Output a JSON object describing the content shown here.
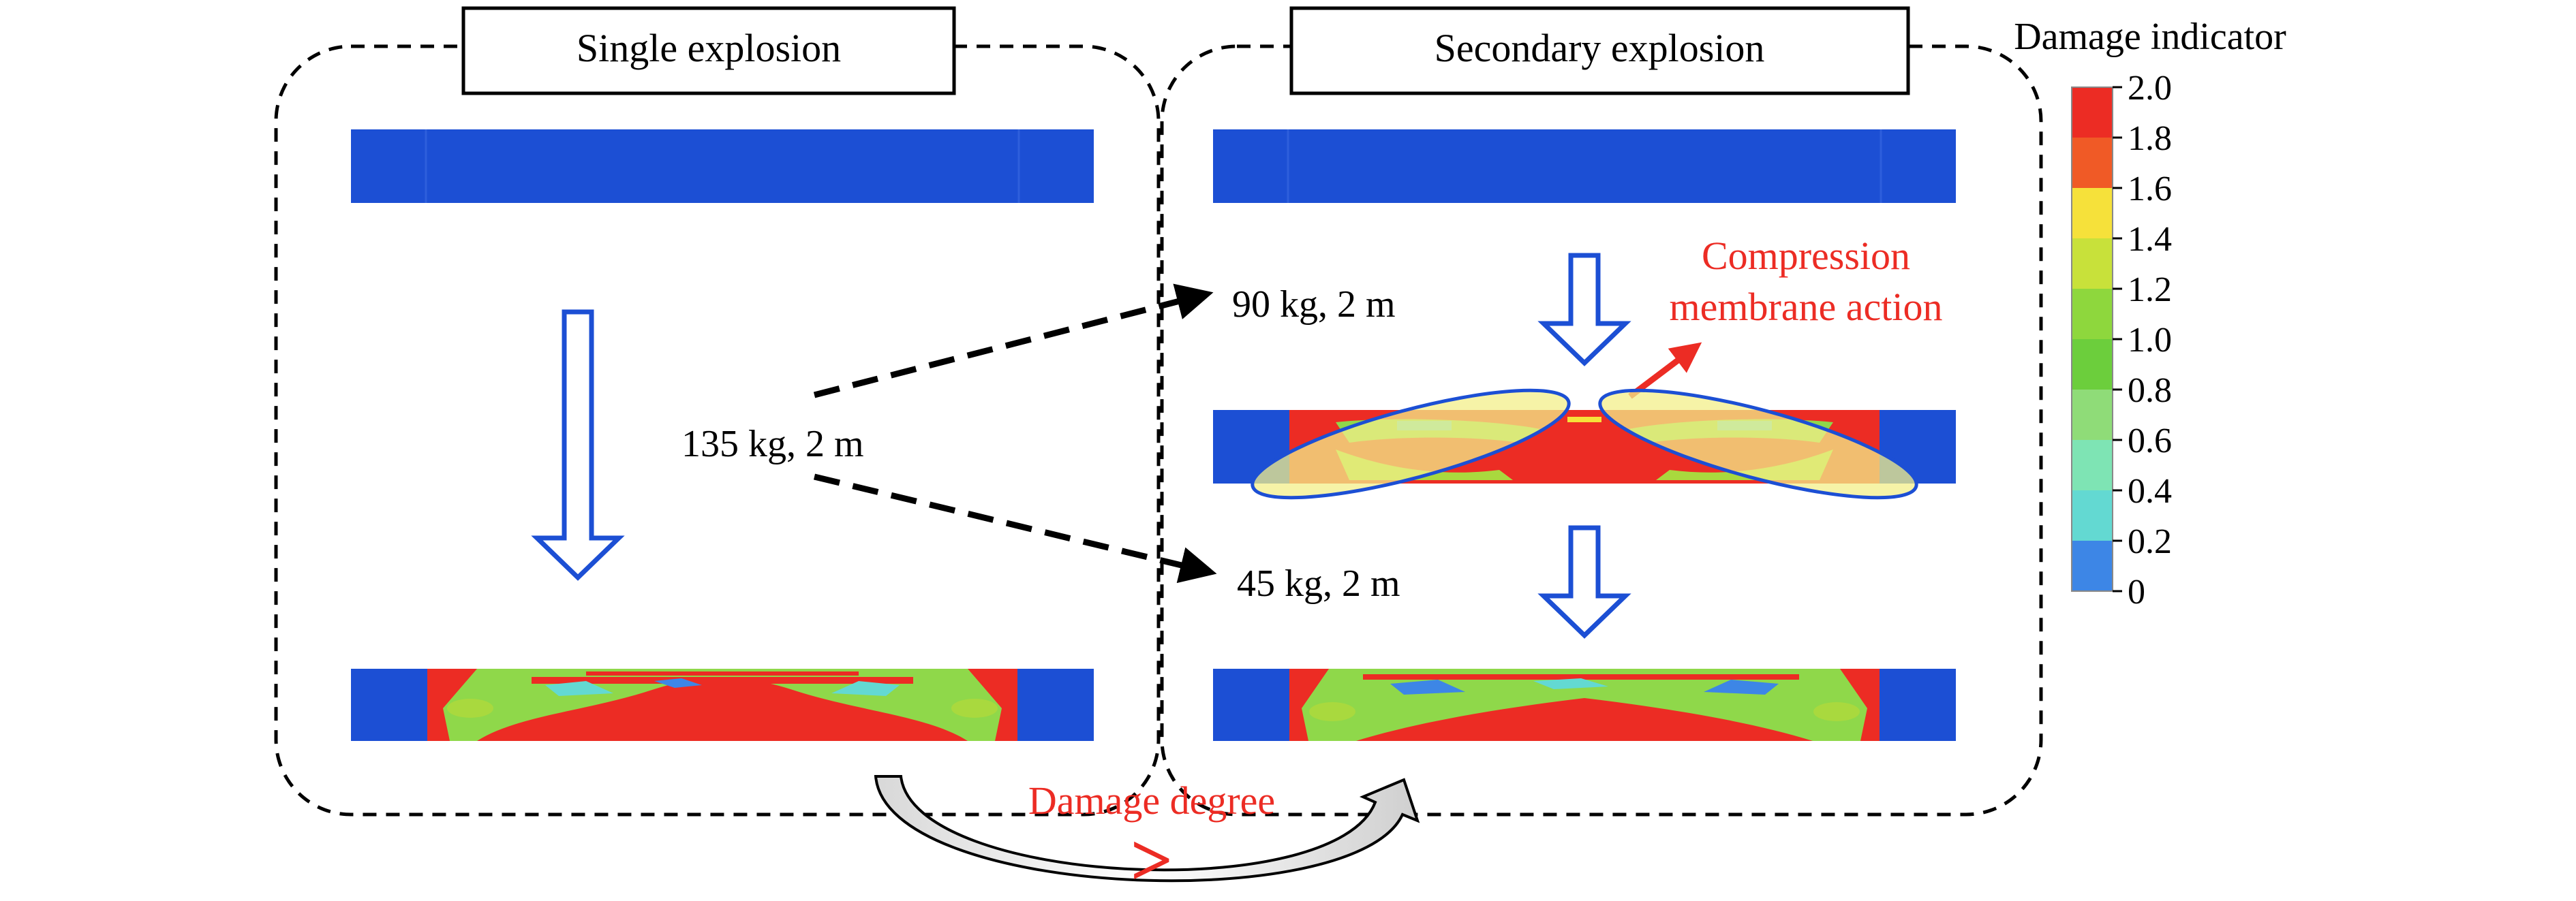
{
  "panels": {
    "single": {
      "title": "Single explosion"
    },
    "secondary": {
      "title": "Secondary explosion"
    }
  },
  "charges": {
    "initial": "135 kg, 2 m",
    "upper": "90 kg, 2 m",
    "lower": "45 kg, 2 m"
  },
  "annotations": {
    "cma_line1": "Compression",
    "cma_line2": "membrane action",
    "damage_degree": "Damage degree",
    "comparison_symbol": ">"
  },
  "legend": {
    "title": "Damage indicator",
    "levels": [
      {
        "label": "2.0",
        "color": "#ec2c24"
      },
      {
        "label": "1.8",
        "color": "#f05a26"
      },
      {
        "label": "1.6",
        "color": "#f6e13a"
      },
      {
        "label": "1.4",
        "color": "#c8e13a"
      },
      {
        "label": "1.2",
        "color": "#8ed73d"
      },
      {
        "label": "1.0",
        "color": "#6cce3c"
      },
      {
        "label": "0.8",
        "color": "#8fdc78"
      },
      {
        "label": "0.6",
        "color": "#7ee4b4"
      },
      {
        "label": "0.4",
        "color": "#63d9d2"
      },
      {
        "label": "0.2",
        "color": "#3d86e6"
      },
      {
        "label": "0",
        "color": "#1c4fd4"
      }
    ]
  },
  "colors": {
    "intact": "#1c4fd4",
    "damage_red": "#ec2c24",
    "damage_green": "#8fd84a",
    "annotation_red": "#ec2c24",
    "arrow_outline": "#1c4fd4",
    "ellipse_fill": "#f3ef8a"
  }
}
